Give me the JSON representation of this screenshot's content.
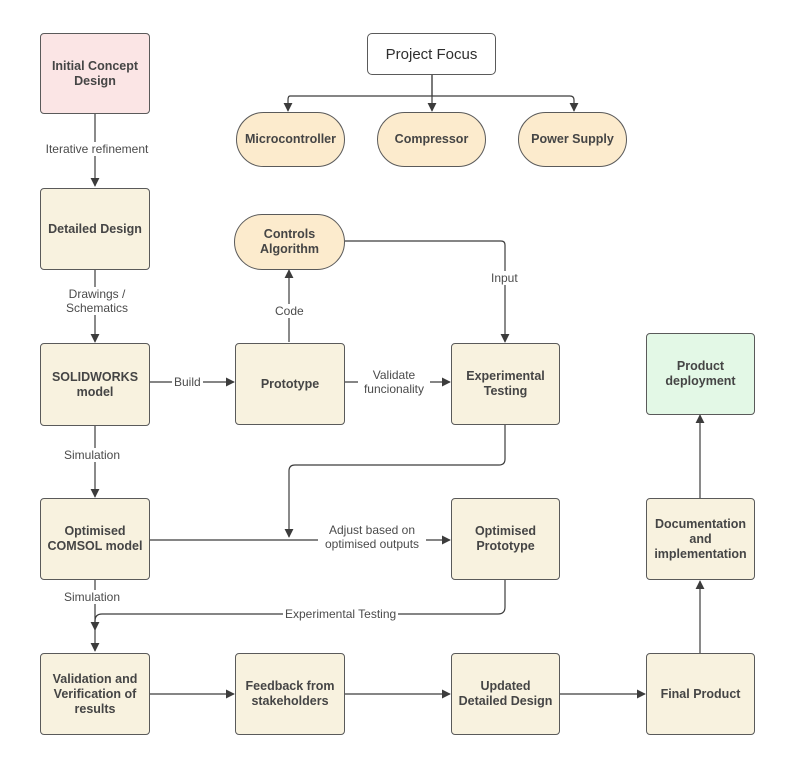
{
  "nodes": {
    "project_focus": "Project Focus",
    "microcontroller": "Microcontroller",
    "compressor": "Compressor",
    "power_supply": "Power Supply",
    "initial_concept": "Initial Concept Design",
    "detailed_design": "Detailed Design",
    "controls_algorithm": "Controls Algorithm",
    "solidworks_model": "SOLIDWORKS model",
    "prototype": "Prototype",
    "experimental_testing": "Experimental Testing",
    "optimised_comsol": "Optimised COMSOL model",
    "optimised_prototype": "Optimised Prototype",
    "validation": "Validation and Verification of results",
    "feedback": "Feedback from stakeholders",
    "updated_design": "Updated Detailed Design",
    "final_product": "Final Product",
    "documentation": "Documentation and implementation",
    "product_deployment": "Product deployment"
  },
  "edges": {
    "iterative_refinement": "Iterative refinement",
    "drawings_schematics": "Drawings / Schematics",
    "build": "Build",
    "code": "Code",
    "input": "Input",
    "validate_functionality": "Validate funcionality",
    "simulation_1": "Simulation",
    "adjust_optimised": "Adjust based on optimised outputs",
    "simulation_2": "Simulation",
    "experimental_testing_edge": "Experimental Testing"
  },
  "colors": {
    "node_fill": "#f8f2df",
    "pill_fill": "#fcebcd",
    "start_fill": "#fbe5e5",
    "end_fill": "#e3f8e6",
    "line": "#3c3c3c"
  }
}
